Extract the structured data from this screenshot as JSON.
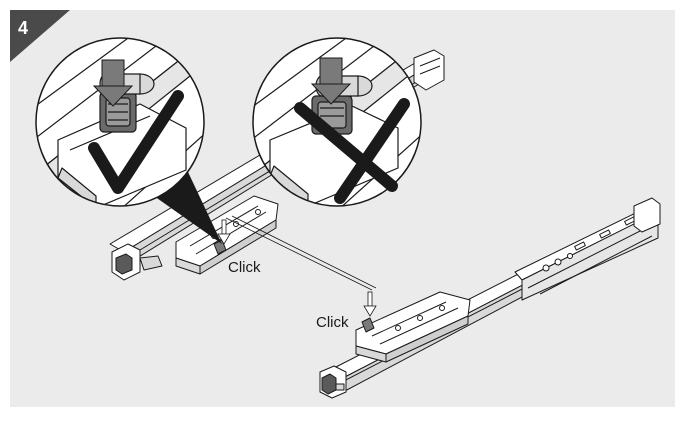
{
  "step": {
    "number": "4"
  },
  "labels": {
    "click_upper": "Click",
    "click_lower": "Click"
  },
  "colors": {
    "background": "#ebebeb",
    "step_badge": "#4a4a4a",
    "line": "#1a1a1a",
    "part_fill": "#ffffff",
    "part_shade": "#d9d9d9",
    "arrow_fill": "#7a7a7a"
  },
  "icons": {
    "correct": "checkmark-icon",
    "incorrect": "cross-icon",
    "direction": "down-arrow-icon"
  }
}
